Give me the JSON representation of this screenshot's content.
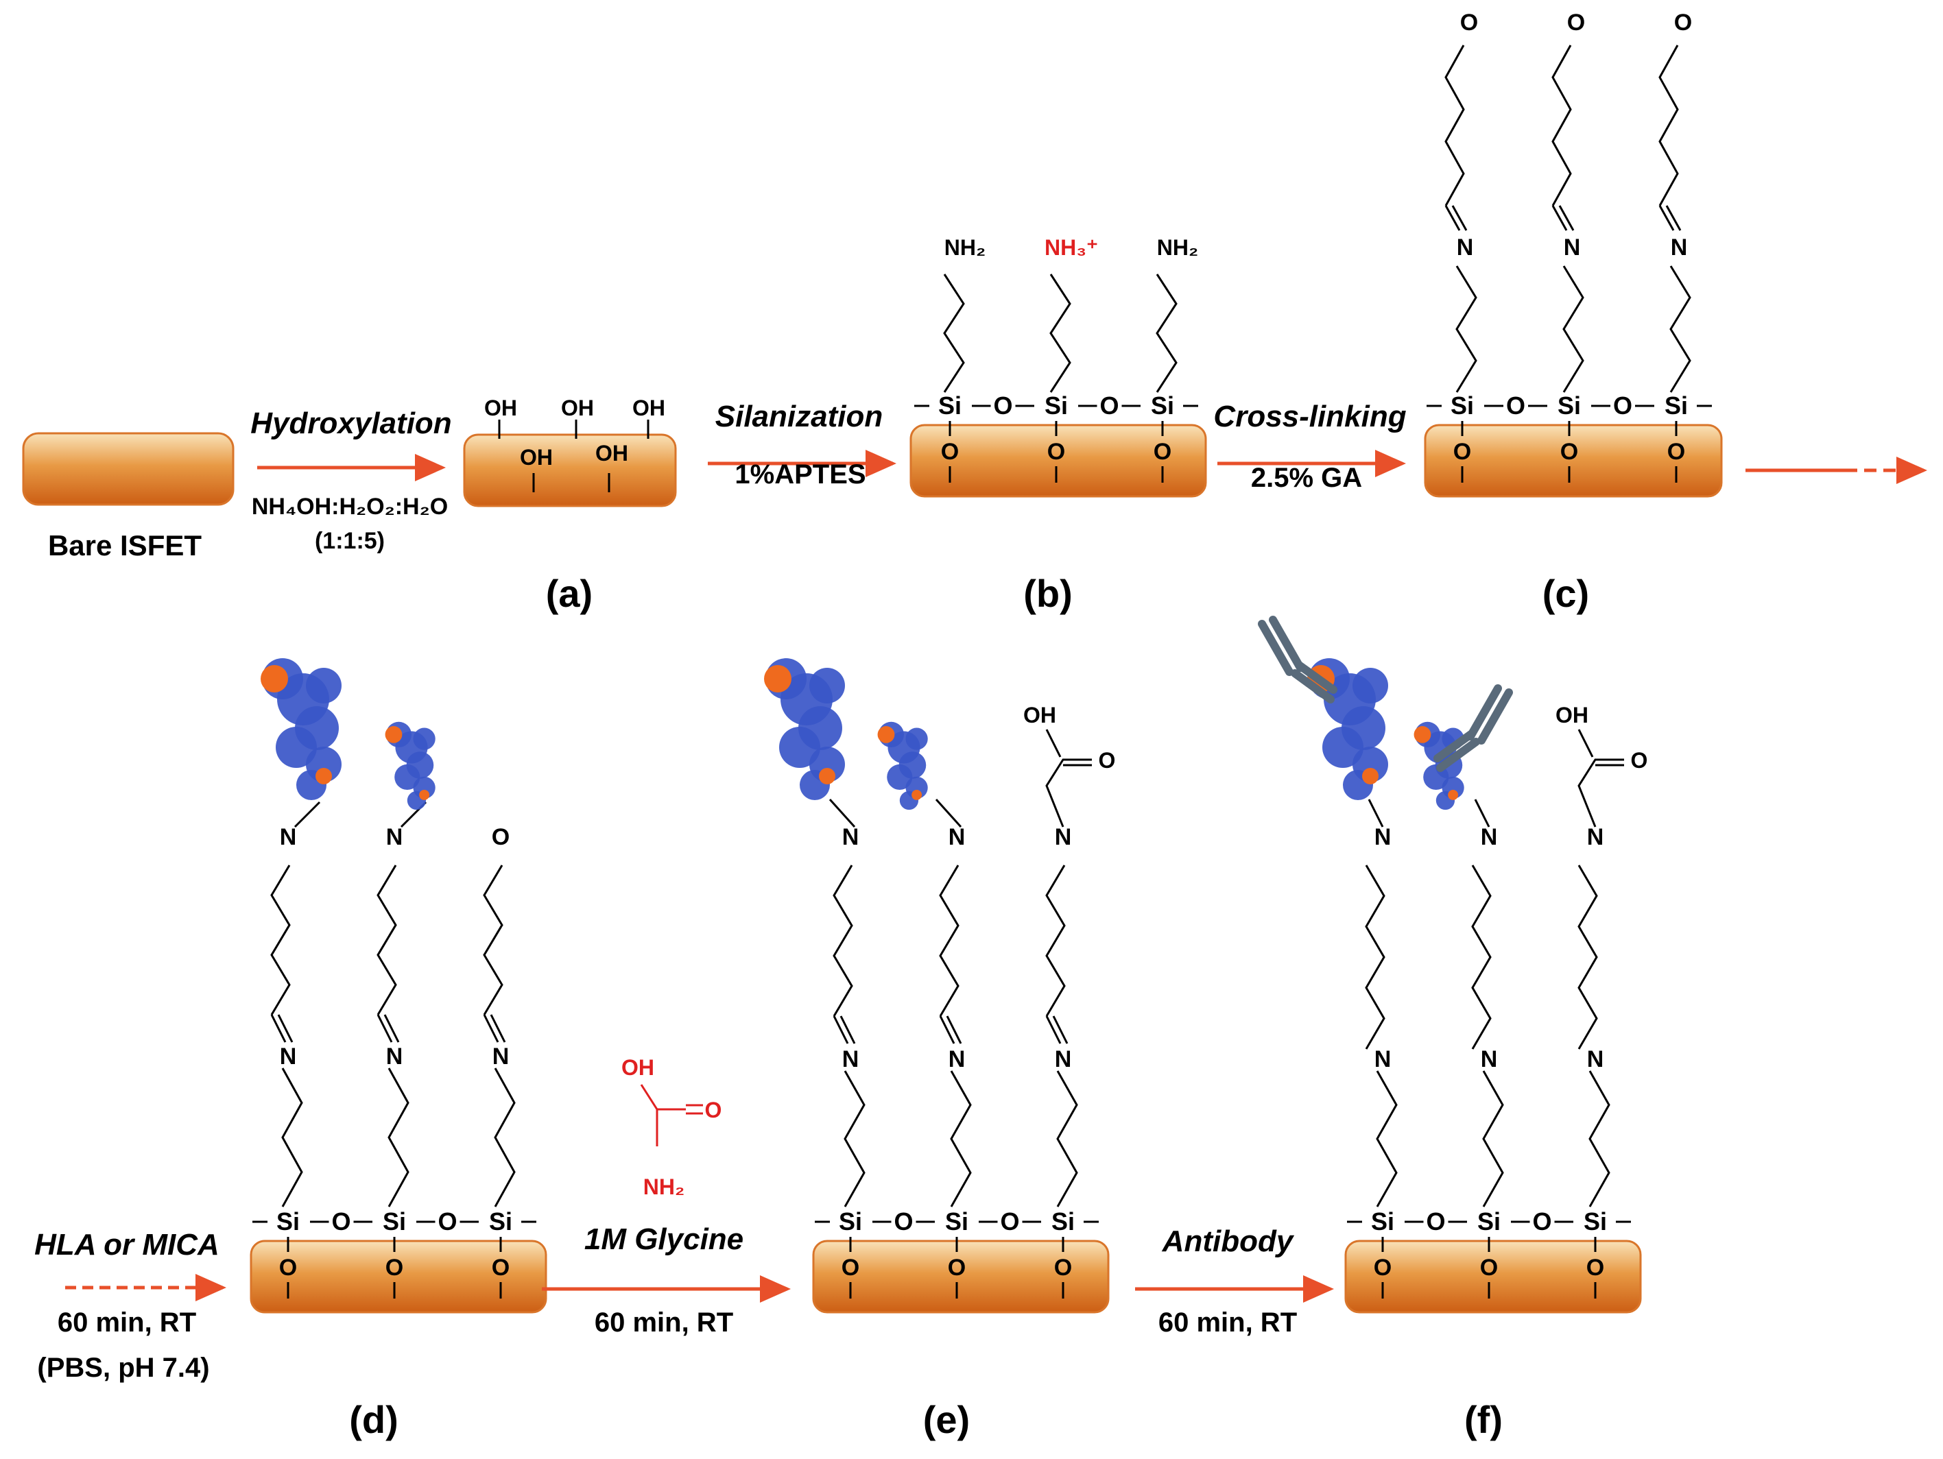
{
  "colors": {
    "arrow": "#e8502a",
    "chain": "#000000",
    "highlight": "#e02020",
    "antibody": "#596a7a",
    "substrate_top": "#f7d8a6",
    "substrate_mid": "#e8933a",
    "substrate_bottom": "#c85a10",
    "protein_main": "#3a56c8",
    "protein_accent": "#ef6a1e"
  },
  "labels": {
    "bare": "Bare ISFET",
    "a": "(a)",
    "b": "(b)",
    "c": "(c)",
    "d": "(d)",
    "e": "(e)",
    "f": "(f)"
  },
  "steps": {
    "hydroxylation": {
      "name": "Hydroxylation",
      "cond1": "NH₄OH:H₂O₂:H₂O",
      "cond2": "(1:1:5)"
    },
    "silanization": {
      "name": "Silanization",
      "cond": "1%APTES"
    },
    "crosslinking": {
      "name": "Cross-linking",
      "cond": "2.5% GA"
    },
    "hla": {
      "name": "HLA or MICA",
      "cond1": "60 min, RT",
      "cond2": "(PBS, pH 7.4)"
    },
    "glycine": {
      "name": "1M Glycine",
      "cond": "60 min, RT"
    },
    "antibody": {
      "name": "Antibody",
      "cond": "60 min, RT"
    }
  },
  "chem": {
    "OH": "OH",
    "O": "O",
    "N": "N",
    "Si": "Si",
    "NH2": "NH₂",
    "NH3": "NH₃⁺"
  }
}
